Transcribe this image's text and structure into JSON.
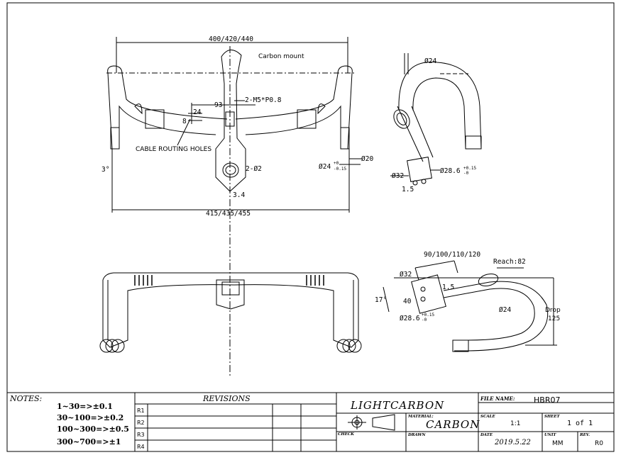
{
  "front_view": {
    "top_width": "400/420/440",
    "carbon_mount": "Carbon mount",
    "bolt_spec": "2-M5*P0.8",
    "dim_93": "93",
    "dim_24": "24",
    "dim_8": "8",
    "cable_routing": "CABLE ROUTING HOLES",
    "angle_3": "3°",
    "hole_spec": "2-Ø2",
    "dim_34": "3.4",
    "clamp_dia": "Ø24",
    "clamp_tol_upper": "+0",
    "clamp_tol_lower": "-0.15",
    "end_dia": "Ø20",
    "bottom_width": "415/435/455"
  },
  "side_view": {
    "bar_dia": "Ø24",
    "steerer_dia": "Ø32",
    "clamp_dia": "Ø28.6",
    "clamp_tol_upper": "+0.15",
    "clamp_tol_lower": "-0",
    "dim_15": "1.5"
  },
  "profile_view": {
    "stem_lengths": "90/100/110/120",
    "reach": "Reach:82",
    "steerer_dia": "Ø32",
    "dim_15": "1.5",
    "angle_17": "17°",
    "dim_40": "40",
    "clamp_dia": "Ø28.6",
    "clamp_tol_upper": "+0.15",
    "clamp_tol_lower": "-0",
    "bar_dia": "Ø24",
    "drop_label": "Drop",
    "drop_value": "125"
  },
  "title_block": {
    "notes_label": "NOTES:",
    "notes": [
      "1~30=>±0.1",
      "30~100=>±0.2",
      "100~300=>±0.5",
      "300~700=>±1"
    ],
    "revisions_label": "REVISIONS",
    "revision_rows": [
      "R1",
      "R2",
      "R3",
      "R4"
    ],
    "company": "LIGHTCARBON",
    "file_name_label": "FILE NAME:",
    "file_name": "HBR07",
    "material_label": "MATERIAL:",
    "material": "CARBON",
    "scale_label": "SCALE",
    "scale": "1:1",
    "sheet_label": "SHEET",
    "sheet": "1 of 1",
    "check_label": "CHECK",
    "drawn_label": "DRAWN",
    "date_label": "DATE",
    "date": "2019.5.22",
    "unit_label": "UNIT",
    "unit": "MM",
    "rev_label": "REV.",
    "rev": "R0"
  }
}
